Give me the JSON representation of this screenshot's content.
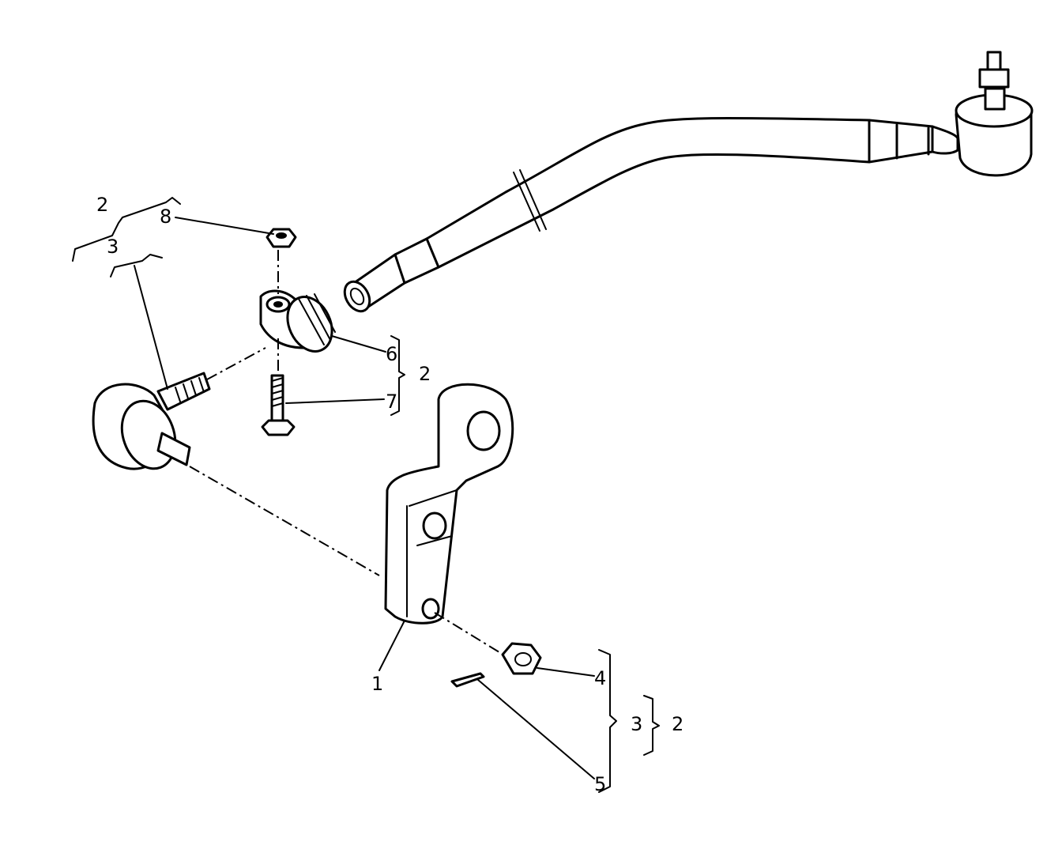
{
  "callouts": {
    "part_1": "1",
    "part_2_top": "2",
    "part_3_top": "3",
    "part_4": "4",
    "part_3_right": "3",
    "part_2_right": "2",
    "part_5": "5",
    "part_6": "6",
    "part_2_mid": "2",
    "part_7": "7",
    "part_8": "8"
  }
}
